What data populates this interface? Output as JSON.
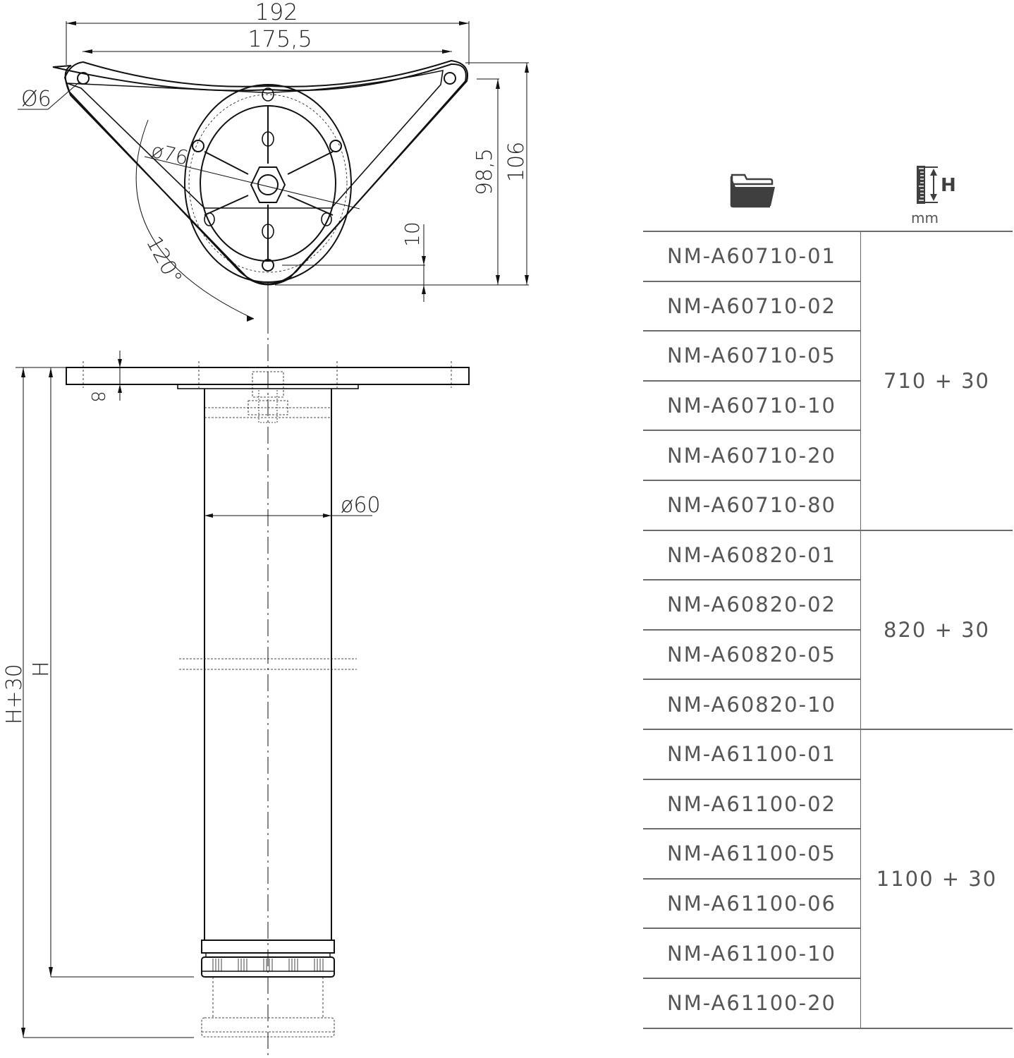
{
  "drawing": {
    "top_view": {
      "dim_overall_width": "192",
      "dim_hole_spacing": "175,5",
      "dim_hole_diameter": "Ø6",
      "dim_circle_diameter": "ø76",
      "dim_angle": "120°",
      "dim_depth_inner": "98,5",
      "dim_depth_overall": "106",
      "dim_offset": "10"
    },
    "side_view": {
      "dim_plate_thickness": "8",
      "dim_tube_diameter": "ø60",
      "dim_height": "H",
      "dim_height_extended": "H+30"
    }
  },
  "table": {
    "header": {
      "code_icon": "folder-icon",
      "height_icon": "ruler-height-icon",
      "height_icon_letter": "H",
      "height_unit": "mm"
    },
    "groups": [
      {
        "height": "710 + 30",
        "codes": [
          "NM-A60710-01",
          "NM-A60710-02",
          "NM-A60710-05",
          "NM-A60710-10",
          "NM-A60710-20",
          "NM-A60710-80"
        ]
      },
      {
        "height": "820 + 30",
        "codes": [
          "NM-A60820-01",
          "NM-A60820-02",
          "NM-A60820-05",
          "NM-A60820-10"
        ]
      },
      {
        "height": "1100 + 30",
        "codes": [
          "NM-A61100-01",
          "NM-A61100-02",
          "NM-A61100-05",
          "NM-A61100-06",
          "NM-A61100-10",
          "NM-A61100-20"
        ]
      }
    ],
    "colors": {
      "line": "#6b6b6b",
      "text": "#555555",
      "icon": "#3f3f3f"
    }
  }
}
